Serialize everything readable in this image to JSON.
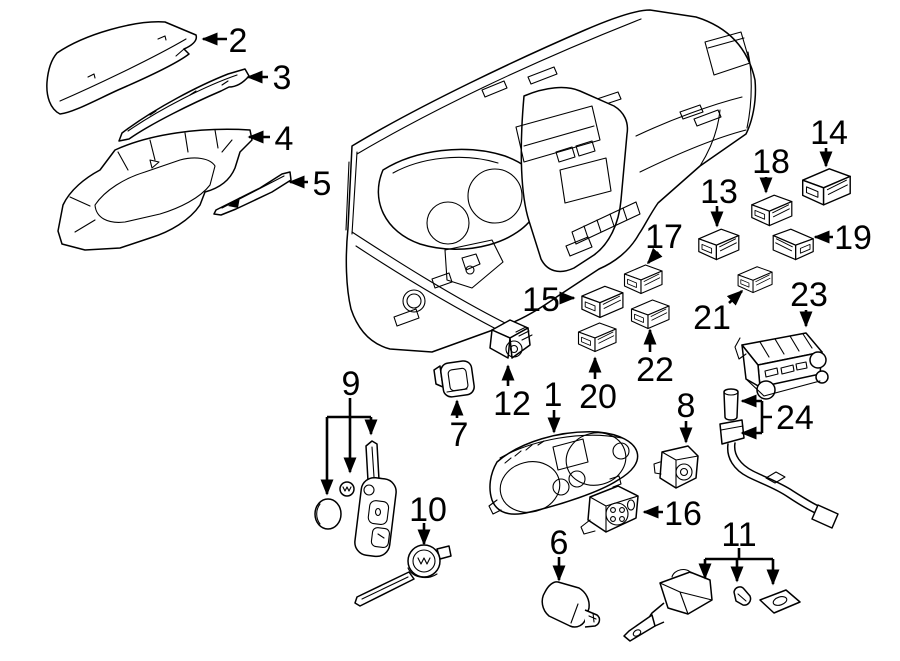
{
  "figure": {
    "kind": "exploded-parts-line-diagram",
    "background": "#ffffff",
    "line_color": "#000000",
    "callouts": {
      "c1": "1",
      "c2": "2",
      "c3": "3",
      "c4": "4",
      "c5": "5",
      "c6": "6",
      "c7": "7",
      "c8": "8",
      "c9": "9",
      "c10": "10",
      "c11": "11",
      "c12": "12",
      "c13": "13",
      "c14": "14",
      "c15": "15",
      "c16": "16",
      "c17": "17",
      "c18": "18",
      "c19": "19",
      "c20": "20",
      "c21": "21",
      "c22": "22",
      "c23": "23",
      "c24": "24"
    }
  }
}
